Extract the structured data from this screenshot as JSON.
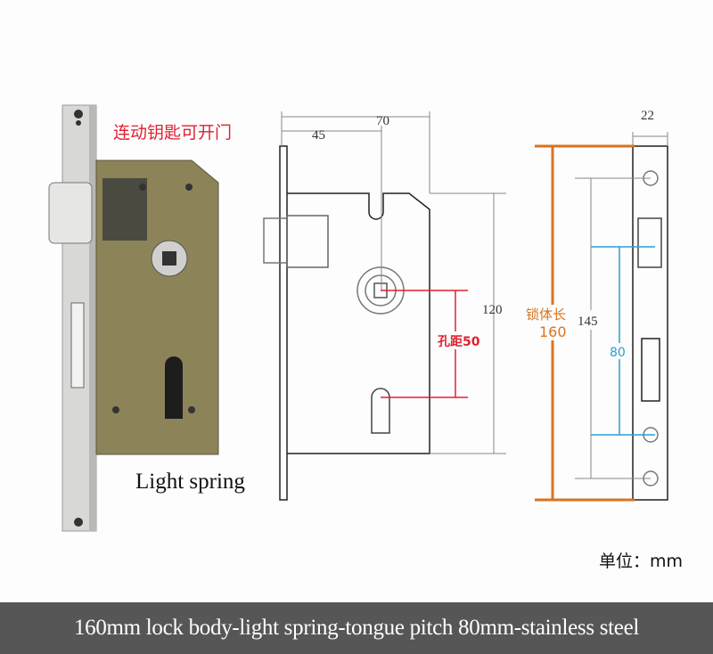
{
  "photo": {
    "heading_cn": "连动钥匙可开门",
    "label": "Light spring"
  },
  "front_drawing": {
    "dim_width_total": "70",
    "dim_backset": "45",
    "dim_height": "120",
    "dim_hole_pitch": "孔距50"
  },
  "side_drawing": {
    "dim_thickness": "22",
    "dim_faceplate": "145",
    "dim_body_label": "锁体长",
    "dim_body_value": "160",
    "dim_tongue_pitch": "80"
  },
  "unit": "单位：mm",
  "banner": "160mm lock body-light spring-tongue pitch 80mm-stainless steel",
  "colors": {
    "red": "#e02030",
    "orange": "#d9731f",
    "blue": "#2a9fd6",
    "banner": "#565656",
    "lock_body": "#8c8358"
  }
}
